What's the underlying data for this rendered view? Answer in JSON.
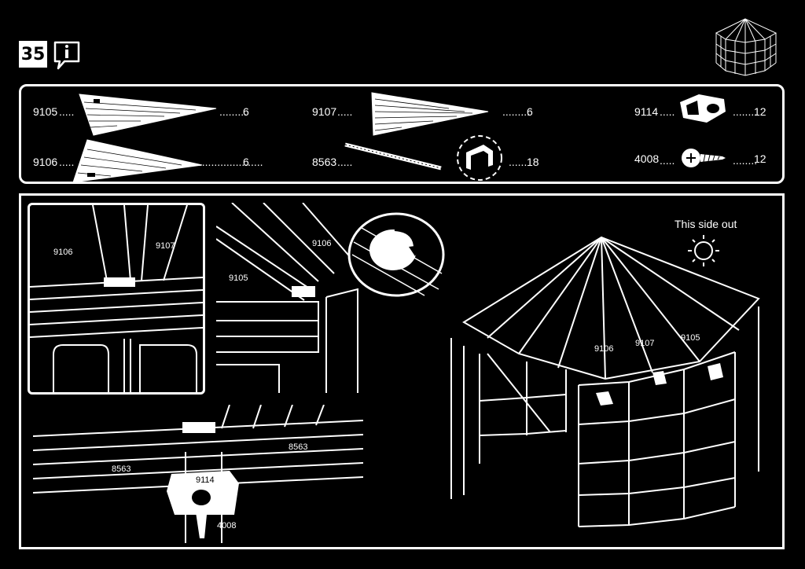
{
  "step": {
    "number": "35"
  },
  "parts": [
    {
      "code": "9105",
      "qty": "6"
    },
    {
      "code": "9106",
      "qty": "6"
    },
    {
      "code": "9107",
      "qty": "6"
    },
    {
      "code": "8563",
      "qty": "18"
    },
    {
      "code": "9114",
      "qty": "12"
    },
    {
      "code": "4008",
      "qty": "12"
    }
  ],
  "details": {
    "top_left": {
      "a": "9106",
      "b": "9107"
    },
    "top_mid": {
      "a": "9105",
      "b": "9106"
    },
    "bottom": {
      "a": "8563",
      "b": "8563",
      "c": "9114",
      "d": "4008"
    }
  },
  "main": {
    "side_note": "This side out",
    "a": "9106",
    "b": "9107",
    "c": "9105"
  },
  "icons": [
    "info-icon",
    "sun-icon",
    "screw-icon",
    "clip-icon",
    "profile-icon",
    "rotate-arrow-icon"
  ]
}
